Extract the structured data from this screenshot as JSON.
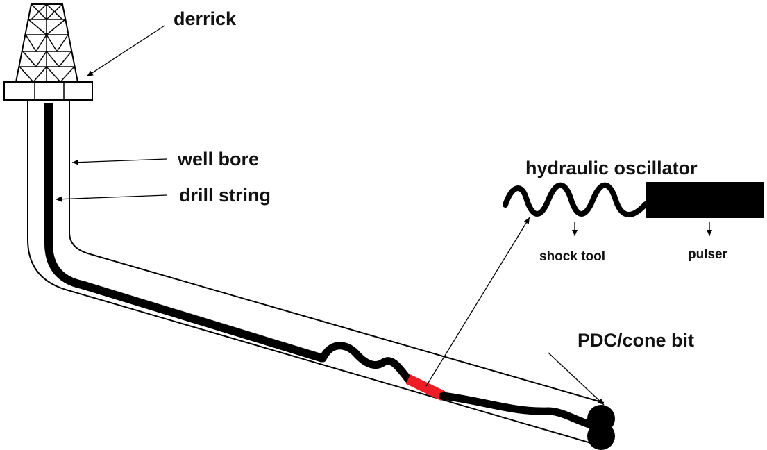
{
  "labels": {
    "derrick": "derrick",
    "well_bore": "well bore",
    "drill_string": "drill string",
    "hydraulic_oscillator": "hydraulic oscillator",
    "shock_tool": "shock tool",
    "pulser": "pulser",
    "bit": "PDC/cone bit"
  },
  "colors": {
    "line": "#000000",
    "background": "#ffffff",
    "oscillator_highlight": "#ee1c25"
  }
}
